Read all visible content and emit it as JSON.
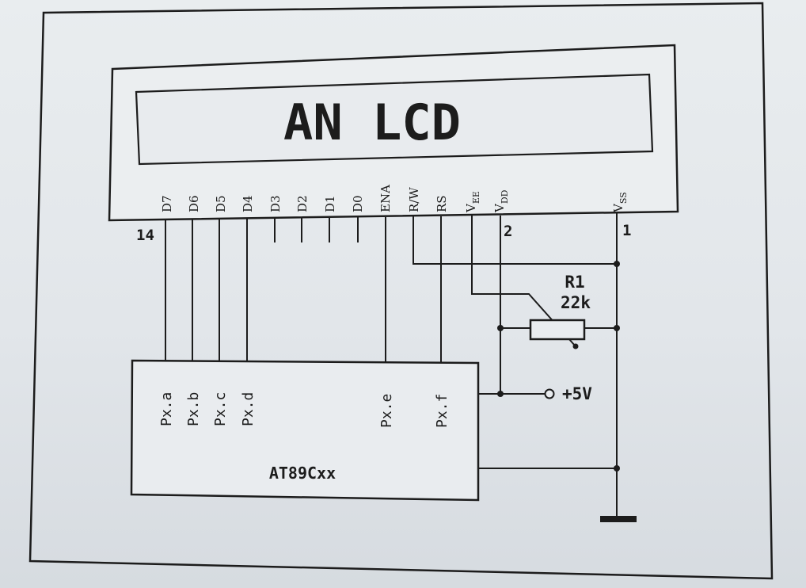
{
  "display": {
    "text": "AN LCD"
  },
  "lcd_pins": {
    "d7": "D7",
    "d6": "D6",
    "d5": "D5",
    "d4": "D4",
    "d3": "D3",
    "d2": "D2",
    "d1": "D1",
    "d0": "D0",
    "ena": "ENA",
    "rw": "R/W",
    "rs": "RS",
    "vee": "V",
    "vee_sub": "EE",
    "vdd": "V",
    "vdd_sub": "DD",
    "vss": "V",
    "vss_sub": "SS"
  },
  "pin_numbers": {
    "first": "14",
    "vdd": "2",
    "vss": "1"
  },
  "resistor": {
    "name": "R1",
    "value": "22k"
  },
  "supply": {
    "label": "+5V"
  },
  "mcu": {
    "name": "AT89Cxx",
    "ports": {
      "a": "Px.a",
      "b": "Px.b",
      "c": "Px.c",
      "d": "Px.d",
      "e": "Px.e",
      "f": "Px.f"
    }
  },
  "colors": {
    "ink": "#1c1c1c",
    "paper": "#e6eaed"
  }
}
